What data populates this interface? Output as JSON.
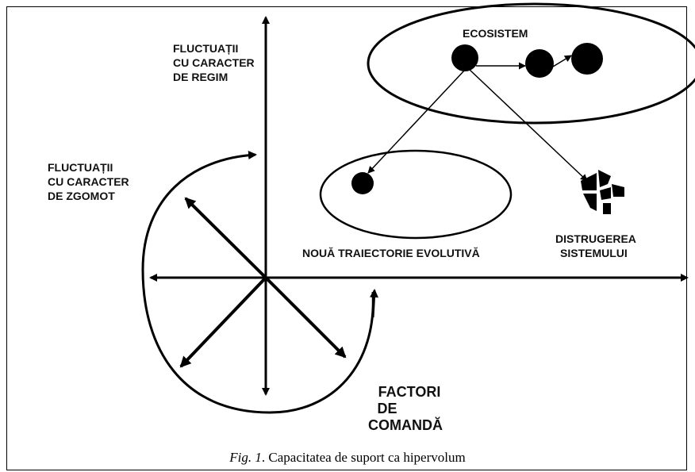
{
  "labels": {
    "regime": [
      "FLUCTUAȚII",
      "CU CARACTER",
      "DE REGIM"
    ],
    "noise": [
      "FLUCTUAȚII",
      "CU CARACTER",
      "DE ZGOMOT"
    ],
    "ecosystem": "ECOSISTEM",
    "new_trajectory": "NOUĂ TRAIECTORIE EVOLUTIVĂ",
    "destruction": [
      "DISTRUGEREA",
      "SISTEMULUI"
    ],
    "command_factors": [
      "FACTORI",
      "DE",
      "COMANDĂ"
    ]
  },
  "caption": {
    "fig": "Fig. 1",
    "text": ". Capacitatea de suport ca hipervolum"
  }
}
